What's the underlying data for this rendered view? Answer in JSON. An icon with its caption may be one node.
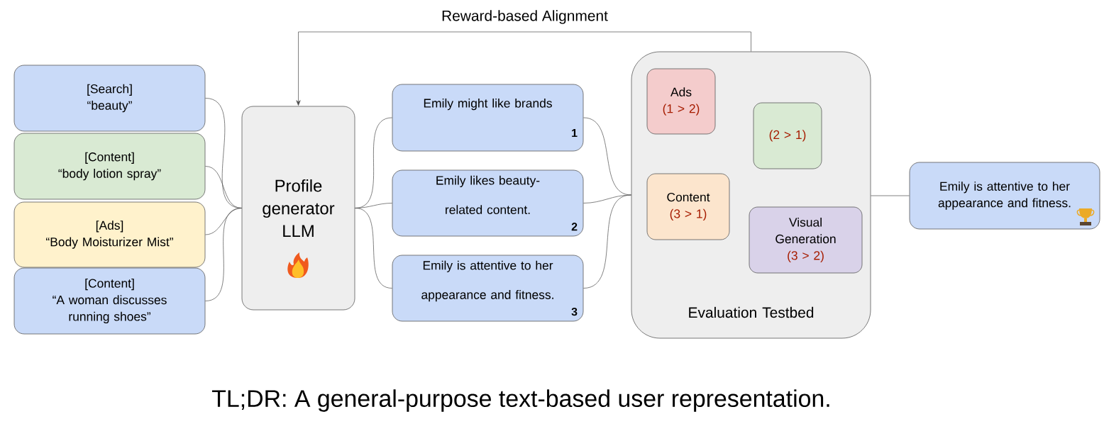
{
  "diagram": {
    "caption": "TL;DR: A general-purpose text-based user representation.",
    "nodes": [
      {
        "text": [
          "[Search]",
          "“beauty”"
        ]
      },
      {
        "text": [
          "[Content]",
          "“body lotion spray”"
        ]
      },
      {
        "text": [
          "[Ads]",
          "“Body Moisturizer Mist”"
        ]
      },
      {
        "text": [
          "[Content]",
          "“A woman discusses running shoes”"
        ]
      },
      {
        "text": [
          "Profile generator LLM"
        ]
      },
      {
        "text": [
          "Emily might like brands",
          "1"
        ]
      },
      {
        "text": [
          "Emily likes beauty-related content.",
          "2"
        ]
      },
      {
        "text": [
          "Emily is attentive to her appearance and fitness.",
          "3"
        ]
      },
      {
        "text": [
          "Evaluation Testbed"
        ]
      },
      {
        "text": [
          "Ads",
          "(1 > 2)"
        ],
        "in": 8
      },
      {
        "text": [
          "(2 > 1)"
        ],
        "in": 8
      },
      {
        "text": [
          "Content",
          "(3 > 1)"
        ],
        "in": 8
      },
      {
        "text": [
          "Visual Generation",
          "(3 > 2)"
        ],
        "in": 8
      },
      {
        "text": [
          "Emily is attentive to her appearance and fitness."
        ]
      }
    ],
    "edges": [
      {
        "from": 0,
        "to": 4,
        "arrow": "none"
      },
      {
        "from": 1,
        "to": 4,
        "arrow": "none"
      },
      {
        "from": 2,
        "to": 4,
        "arrow": "none"
      },
      {
        "from": 3,
        "to": 4,
        "arrow": "none"
      },
      {
        "from": 4,
        "to": 5,
        "arrow": "none"
      },
      {
        "from": 4,
        "to": 6,
        "arrow": "none"
      },
      {
        "from": 4,
        "to": 7,
        "arrow": "none"
      },
      {
        "from": 5,
        "to": 8,
        "arrow": "none"
      },
      {
        "from": 6,
        "to": 8,
        "arrow": "none"
      },
      {
        "from": 7,
        "to": 8,
        "arrow": "none"
      },
      {
        "from": 8,
        "to": 13,
        "arrow": "none"
      },
      {
        "from": 8,
        "to": 4,
        "arrow": "to",
        "label": "Reward-based Alignment"
      }
    ]
  }
}
